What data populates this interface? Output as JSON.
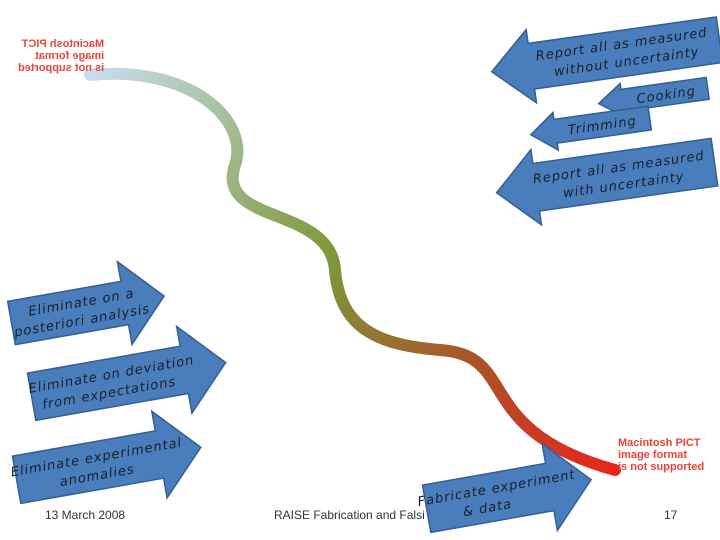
{
  "colors": {
    "arrow_fill": "#4a7dbb",
    "arrow_stroke": "#345f93",
    "curve_start": "#c8dcec",
    "curve_mid": "#7d9a3a",
    "curve_end": "#e8251b",
    "pict_note": "#e8443a"
  },
  "pict_notes": {
    "top": [
      "Macintosh PICT",
      "image format",
      "is not supported"
    ],
    "bottom": [
      "Macintosh PICT",
      "image format",
      "is not supported"
    ]
  },
  "arrows": {
    "report_without": [
      "Report all as measured",
      "without uncertainty"
    ],
    "cooking": [
      "Cooking"
    ],
    "trimming": [
      "Trimming"
    ],
    "report_with": [
      "Report all as measured",
      "with uncertainty"
    ],
    "eliminate_posteriori": [
      "Eliminate on a",
      "posteriori analysis"
    ],
    "eliminate_deviation": [
      "Eliminate on deviation",
      "from expectations"
    ],
    "eliminate_anomalies": [
      "Eliminate experimental",
      "anomalies"
    ],
    "fabricate": [
      "Fabricate experiment",
      "& data"
    ]
  },
  "footer": {
    "date": "13 March 2008",
    "title": "RAISE Fabrication and Falsifica",
    "page": "17"
  }
}
